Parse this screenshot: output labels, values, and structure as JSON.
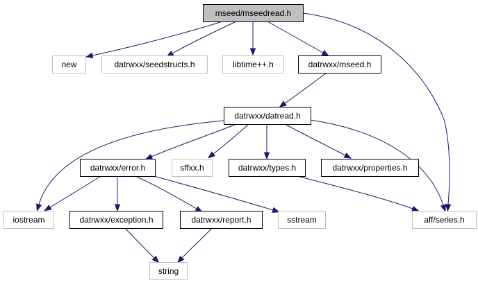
{
  "diagram": {
    "nodes": {
      "mseedread": {
        "label": "mseed/mseedread.h",
        "kind": "root"
      },
      "new": {
        "label": "new",
        "kind": "ext"
      },
      "seedstructs": {
        "label": "datrwxx/seedstructs.h",
        "kind": "ext"
      },
      "libtime": {
        "label": "libtime++.h",
        "kind": "ext"
      },
      "mseed": {
        "label": "datrwxx/mseed.h",
        "kind": "doc"
      },
      "series": {
        "label": "aff/series.h",
        "kind": "ext"
      },
      "datread": {
        "label": "datrwxx/datread.h",
        "kind": "doc"
      },
      "error": {
        "label": "datrwxx/error.h",
        "kind": "doc"
      },
      "sffxx": {
        "label": "sffxx.h",
        "kind": "ext"
      },
      "types": {
        "label": "datrwxx/types.h",
        "kind": "doc"
      },
      "properties": {
        "label": "datrwxx/properties.h",
        "kind": "doc"
      },
      "iostream": {
        "label": "iostream",
        "kind": "ext"
      },
      "exception": {
        "label": "datrwxx/exception.h",
        "kind": "doc"
      },
      "report": {
        "label": "datrwxx/report.h",
        "kind": "doc"
      },
      "sstream": {
        "label": "sstream",
        "kind": "ext"
      },
      "string": {
        "label": "string",
        "kind": "ext"
      }
    },
    "edges": [
      [
        "mseedread",
        "new"
      ],
      [
        "mseedread",
        "seedstructs"
      ],
      [
        "mseedread",
        "libtime"
      ],
      [
        "mseedread",
        "mseed"
      ],
      [
        "mseedread",
        "series"
      ],
      [
        "mseed",
        "datread"
      ],
      [
        "datread",
        "error"
      ],
      [
        "datread",
        "sffxx"
      ],
      [
        "datread",
        "types"
      ],
      [
        "datread",
        "properties"
      ],
      [
        "datread",
        "iostream"
      ],
      [
        "datread",
        "series"
      ],
      [
        "error",
        "iostream"
      ],
      [
        "error",
        "exception"
      ],
      [
        "error",
        "report"
      ],
      [
        "error",
        "sstream"
      ],
      [
        "types",
        "series"
      ],
      [
        "exception",
        "string"
      ],
      [
        "report",
        "string"
      ]
    ],
    "colors": {
      "edge": "#191970",
      "root_fill": "#bfbfbf",
      "external_border": "#bfbfbf",
      "internal_border": "#000000"
    }
  }
}
